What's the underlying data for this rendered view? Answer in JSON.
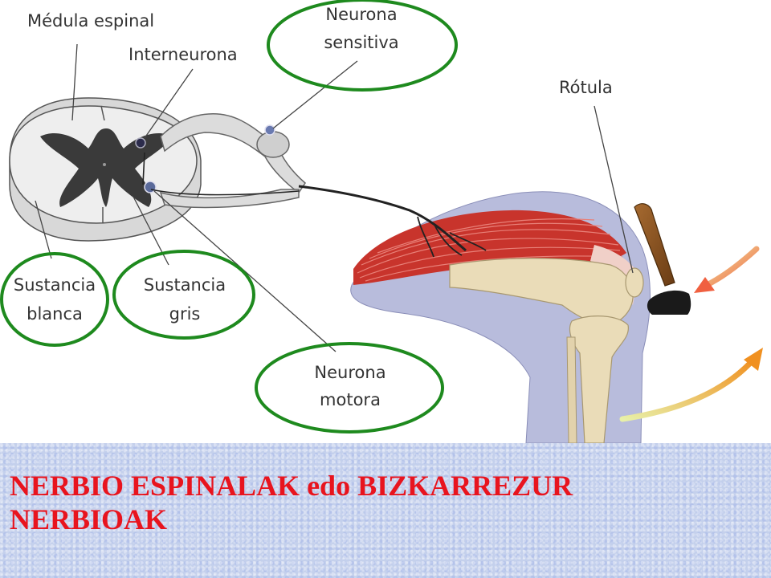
{
  "labels": {
    "medula_espinal": "Médula espinal",
    "interneurona": "Interneurona",
    "neurona_sensitiva_1": "Neurona",
    "neurona_sensitiva_2": "sensitiva",
    "rotula": "Rótula",
    "sustancia_blanca_1": "Sustancia",
    "sustancia_blanca_2": "blanca",
    "sustancia_gris_1": "Sustancia",
    "sustancia_gris_2": "gris",
    "neurona_motora_1": "Neurona",
    "neurona_motora_2": "motora"
  },
  "caption": {
    "line1": "NERBIO ESPINALAK edo BIZKARREZUR",
    "line2": "NERBIOAK"
  },
  "colors": {
    "highlight_ellipse": "#1e8a1e",
    "caption_text": "#e8141e",
    "caption_background": "#c4d0ec",
    "gray_matter": "#3a3a3a",
    "white_matter": "#e8e8e8",
    "muscle": "#c8342c",
    "bone": "#eadcb8",
    "leg_tissue": "#b8bcdc",
    "arrow_stimulus": "#f07850",
    "arrow_response": "#f0a030"
  },
  "icons": [
    "reflex-hammer-icon",
    "stimulus-arrow-icon",
    "response-arrow-icon"
  ]
}
